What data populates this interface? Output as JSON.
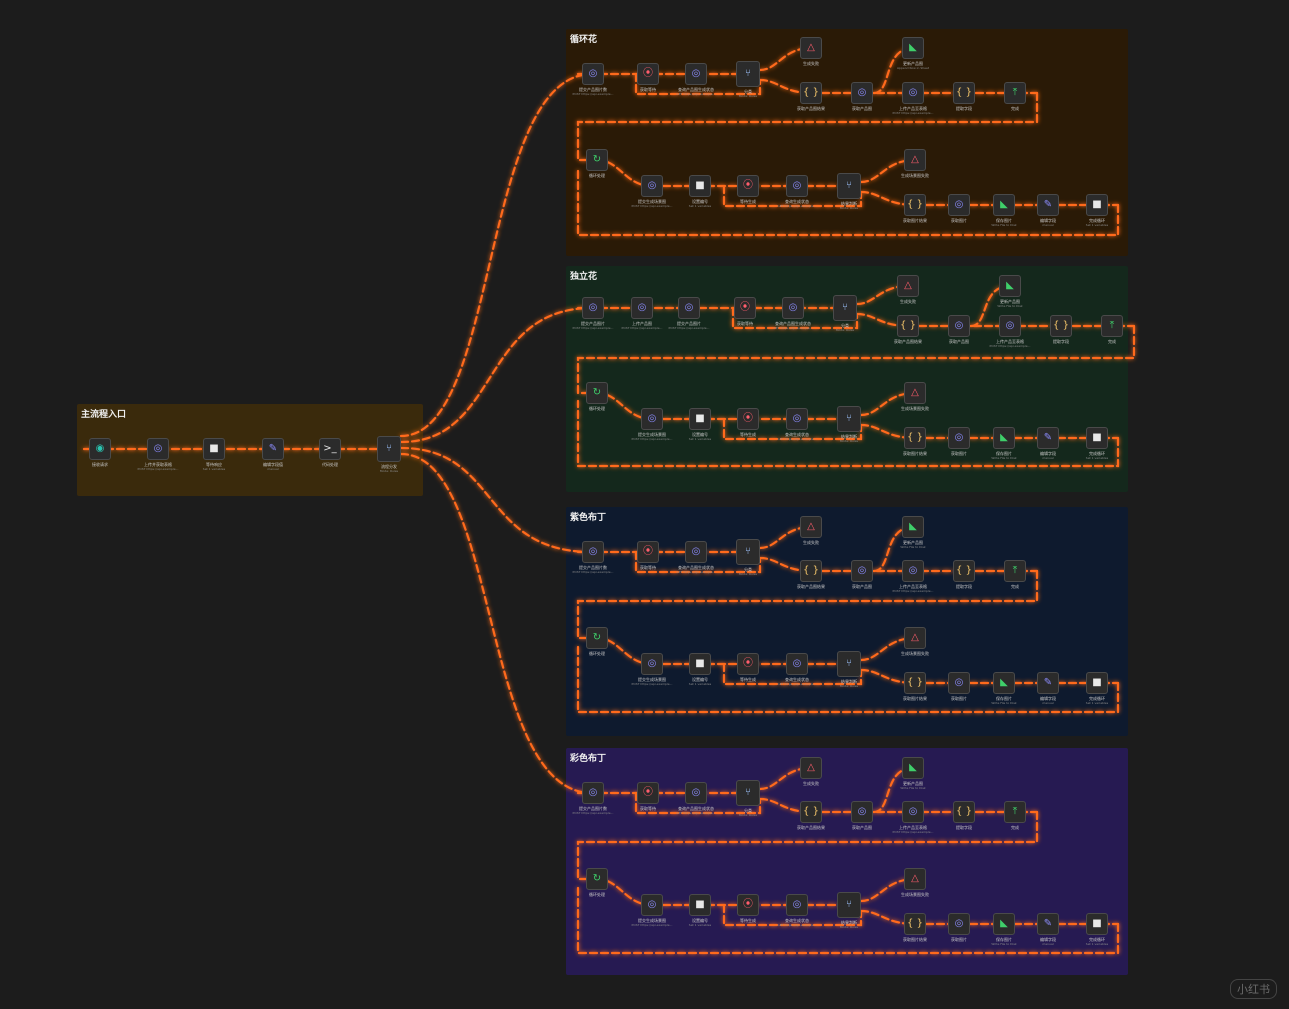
{
  "colors": {
    "canvas": "#1c1c1c",
    "wire": "#ff6a1a",
    "wire_glow": "#ff3d00",
    "group_main": "#3a2a0c",
    "group_loop": "#2a1a06",
    "group_independent": "#14281c",
    "group_purple": "#0e1a2e",
    "group_rainbow": "#261a52"
  },
  "main_group": {
    "title": "主流程入口",
    "nodes": [
      {
        "icon": "start-icon",
        "label": "接收请求",
        "sub": ""
      },
      {
        "icon": "globe-icon",
        "label": "上传并获取表格",
        "sub": "POST https://api.example..."
      },
      {
        "icon": "stop-icon",
        "label": "等待响应",
        "sub": "Set 1 variables"
      },
      {
        "icon": "pencil-icon",
        "label": "编辑字段值",
        "sub": "manual"
      },
      {
        "icon": "code-icon",
        "label": "代码处理",
        "sub": ""
      },
      {
        "icon": "router-icon",
        "label": "流程分发",
        "sub": "Mode: Rules"
      }
    ]
  },
  "groups": [
    {
      "title": "循环花",
      "row1": [
        {
          "icon": "globe-icon",
          "label": "提交产品图片数",
          "sub": "POST https://api.example..."
        },
        {
          "icon": "circle-stop-icon",
          "label": "获取等待",
          "sub": ""
        },
        {
          "icon": "globe-icon",
          "label": "查询产品图生成状态",
          "sub": "GET https://api.example..."
        },
        {
          "icon": "router-icon",
          "label": "分类",
          "sub": "Mode: Rules"
        }
      ],
      "row1_upper": [
        {
          "icon": "warning-icon",
          "label": "生成失败",
          "sub": ""
        },
        {
          "icon": "sheet-icon",
          "label": "更新产品图",
          "sub": "Append Row in Sheet"
        }
      ],
      "row1_tail": [
        {
          "icon": "braces-icon",
          "label": "获取产品图结果",
          "sub": ""
        },
        {
          "icon": "globe-icon",
          "label": "获取产品图",
          "sub": ""
        },
        {
          "icon": "globe-icon",
          "label": "上传产品至表格",
          "sub": "POST https://api.example..."
        },
        {
          "icon": "braces-icon",
          "label": "提取字段",
          "sub": ""
        },
        {
          "icon": "upload-icon",
          "label": "完成",
          "sub": ""
        }
      ],
      "row2": [
        {
          "icon": "loop-icon",
          "label": "循环处理",
          "sub": ""
        },
        {
          "icon": "globe-icon",
          "label": "提交生成场景图",
          "sub": "POST https://api.example..."
        },
        {
          "icon": "stop-icon",
          "label": "设置编号",
          "sub": "Set 1 variables"
        },
        {
          "icon": "circle-stop-icon",
          "label": "等待生成",
          "sub": ""
        },
        {
          "icon": "globe-icon",
          "label": "查询生成状态",
          "sub": "GET https://api.example..."
        },
        {
          "icon": "router-icon",
          "label": "结果判断",
          "sub": "Mode: Rules"
        }
      ],
      "row2_upper": [
        {
          "icon": "warning-icon",
          "label": "生成场景图失败",
          "sub": ""
        }
      ],
      "row2_tail": [
        {
          "icon": "braces-icon",
          "label": "获取图片结果",
          "sub": ""
        },
        {
          "icon": "globe-icon",
          "label": "获取图片",
          "sub": ""
        },
        {
          "icon": "sheet-icon",
          "label": "保存图片",
          "sub": "Write File to Disk"
        },
        {
          "icon": "pencil-icon",
          "label": "编辑字段",
          "sub": "manual"
        },
        {
          "icon": "stop-icon",
          "label": "完成循环",
          "sub": "Set 1 variables"
        }
      ]
    },
    {
      "title": "独立花",
      "row1": [
        {
          "icon": "globe-icon",
          "label": "提交产品图片",
          "sub": "POST https://api.example..."
        },
        {
          "icon": "globe-icon",
          "label": "上传产品图",
          "sub": "POST https://api.example..."
        },
        {
          "icon": "globe-icon",
          "label": "提交产品图片",
          "sub": "POST https://api.example..."
        },
        {
          "icon": "circle-stop-icon",
          "label": "获取等待",
          "sub": ""
        },
        {
          "icon": "globe-icon",
          "label": "查询产品图生成状态",
          "sub": "GET https://api.example..."
        },
        {
          "icon": "router-icon",
          "label": "分类",
          "sub": "Mode: Rules"
        }
      ],
      "row1_upper": [
        {
          "icon": "warning-icon",
          "label": "生成失败",
          "sub": ""
        },
        {
          "icon": "sheet-icon",
          "label": "更新产品图",
          "sub": "Write File to Disk"
        }
      ],
      "row1_tail": [
        {
          "icon": "braces-icon",
          "label": "获取产品图结果",
          "sub": ""
        },
        {
          "icon": "globe-icon",
          "label": "获取产品图",
          "sub": ""
        },
        {
          "icon": "globe-icon",
          "label": "上传产品至表格",
          "sub": "POST https://api.example..."
        },
        {
          "icon": "braces-icon",
          "label": "提取字段",
          "sub": ""
        },
        {
          "icon": "upload-icon",
          "label": "完成",
          "sub": ""
        }
      ],
      "row2": [
        {
          "icon": "loop-icon",
          "label": "循环处理",
          "sub": ""
        },
        {
          "icon": "globe-icon",
          "label": "提交生成场景图",
          "sub": "POST https://api.example..."
        },
        {
          "icon": "stop-icon",
          "label": "设置编号",
          "sub": "Set 1 variables"
        },
        {
          "icon": "circle-stop-icon",
          "label": "等待生成",
          "sub": ""
        },
        {
          "icon": "globe-icon",
          "label": "查询生成状态",
          "sub": "GET https://api.example..."
        },
        {
          "icon": "router-icon",
          "label": "结果判断",
          "sub": "Mode: Rules"
        }
      ],
      "row2_upper": [
        {
          "icon": "warning-icon",
          "label": "生成场景图失败",
          "sub": ""
        }
      ],
      "row2_tail": [
        {
          "icon": "braces-icon",
          "label": "获取图片结果",
          "sub": ""
        },
        {
          "icon": "globe-icon",
          "label": "获取图片",
          "sub": ""
        },
        {
          "icon": "sheet-icon",
          "label": "保存图片",
          "sub": "Write File to Disk"
        },
        {
          "icon": "pencil-icon",
          "label": "编辑字段",
          "sub": "manual"
        },
        {
          "icon": "stop-icon",
          "label": "完成循环",
          "sub": "Set 1 variables"
        }
      ]
    },
    {
      "title": "紫色布丁",
      "row1": [
        {
          "icon": "globe-icon",
          "label": "提交产品图片数",
          "sub": "POST https://api.example..."
        },
        {
          "icon": "circle-stop-icon",
          "label": "获取等待",
          "sub": ""
        },
        {
          "icon": "globe-icon",
          "label": "查询产品图生成状态",
          "sub": "GET https://api.example..."
        },
        {
          "icon": "router-icon",
          "label": "分类",
          "sub": "Mode: Rules"
        }
      ],
      "row1_upper": [
        {
          "icon": "warning-icon",
          "label": "生成失败",
          "sub": ""
        },
        {
          "icon": "sheet-icon",
          "label": "更新产品图",
          "sub": "Write File to Disk"
        }
      ],
      "row1_tail": [
        {
          "icon": "braces-icon",
          "label": "获取产品图结果",
          "sub": ""
        },
        {
          "icon": "globe-icon",
          "label": "获取产品图",
          "sub": ""
        },
        {
          "icon": "globe-icon",
          "label": "上传产品至表格",
          "sub": "POST https://api.example..."
        },
        {
          "icon": "braces-icon",
          "label": "提取字段",
          "sub": ""
        },
        {
          "icon": "upload-icon",
          "label": "完成",
          "sub": ""
        }
      ],
      "row2": [
        {
          "icon": "loop-icon",
          "label": "循环处理",
          "sub": ""
        },
        {
          "icon": "globe-icon",
          "label": "提交生成场景图",
          "sub": "POST https://api.example..."
        },
        {
          "icon": "stop-icon",
          "label": "设置编号",
          "sub": "Set 1 variables"
        },
        {
          "icon": "circle-stop-icon",
          "label": "等待生成",
          "sub": ""
        },
        {
          "icon": "globe-icon",
          "label": "查询生成状态",
          "sub": "GET https://api.example..."
        },
        {
          "icon": "router-icon",
          "label": "结果判断",
          "sub": "Mode: Rules"
        }
      ],
      "row2_upper": [
        {
          "icon": "warning-icon",
          "label": "生成场景图失败",
          "sub": ""
        }
      ],
      "row2_tail": [
        {
          "icon": "braces-icon",
          "label": "获取图片结果",
          "sub": ""
        },
        {
          "icon": "globe-icon",
          "label": "获取图片",
          "sub": ""
        },
        {
          "icon": "sheet-icon",
          "label": "保存图片",
          "sub": "Write File to Disk"
        },
        {
          "icon": "pencil-icon",
          "label": "编辑字段",
          "sub": "manual"
        },
        {
          "icon": "stop-icon",
          "label": "完成循环",
          "sub": "Set 1 variables"
        }
      ]
    },
    {
      "title": "彩色布丁",
      "row1": [
        {
          "icon": "globe-icon",
          "label": "提交产品图片数",
          "sub": "POST https://api.example..."
        },
        {
          "icon": "circle-stop-icon",
          "label": "获取等待",
          "sub": ""
        },
        {
          "icon": "globe-icon",
          "label": "查询产品图生成状态",
          "sub": "GET https://api.example..."
        },
        {
          "icon": "router-icon",
          "label": "分类",
          "sub": "Mode: Rules"
        }
      ],
      "row1_upper": [
        {
          "icon": "warning-icon",
          "label": "生成失败",
          "sub": ""
        },
        {
          "icon": "sheet-icon",
          "label": "更新产品图",
          "sub": "Write File to Disk"
        }
      ],
      "row1_tail": [
        {
          "icon": "braces-icon",
          "label": "获取产品图结果",
          "sub": ""
        },
        {
          "icon": "globe-icon",
          "label": "获取产品图",
          "sub": ""
        },
        {
          "icon": "globe-icon",
          "label": "上传产品至表格",
          "sub": "POST https://api.example..."
        },
        {
          "icon": "braces-icon",
          "label": "提取字段",
          "sub": ""
        },
        {
          "icon": "upload-icon",
          "label": "完成",
          "sub": ""
        }
      ],
      "row2": [
        {
          "icon": "loop-icon",
          "label": "循环处理",
          "sub": ""
        },
        {
          "icon": "globe-icon",
          "label": "提交生成场景图",
          "sub": "POST https://api.example..."
        },
        {
          "icon": "stop-icon",
          "label": "设置编号",
          "sub": "Set 1 variables"
        },
        {
          "icon": "circle-stop-icon",
          "label": "等待生成",
          "sub": ""
        },
        {
          "icon": "globe-icon",
          "label": "查询生成状态",
          "sub": "GET https://api.example..."
        },
        {
          "icon": "router-icon",
          "label": "结果判断",
          "sub": "Mode: Rules"
        }
      ],
      "row2_upper": [
        {
          "icon": "warning-icon",
          "label": "生成场景图失败",
          "sub": ""
        }
      ],
      "row2_tail": [
        {
          "icon": "braces-icon",
          "label": "获取图片结果",
          "sub": ""
        },
        {
          "icon": "globe-icon",
          "label": "获取图片",
          "sub": ""
        },
        {
          "icon": "sheet-icon",
          "label": "保存图片",
          "sub": "Write File to Disk"
        },
        {
          "icon": "pencil-icon",
          "label": "编辑字段",
          "sub": "manual"
        },
        {
          "icon": "stop-icon",
          "label": "完成循环",
          "sub": "Set 1 variables"
        }
      ]
    }
  ],
  "watermark": "小红书"
}
